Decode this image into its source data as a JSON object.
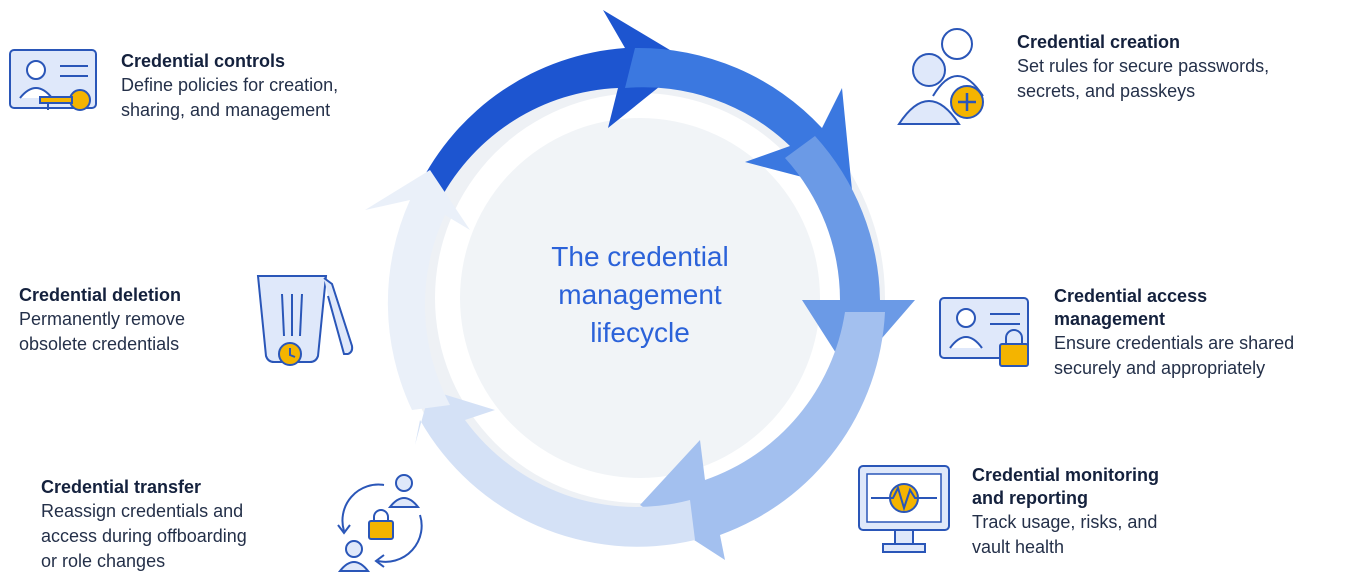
{
  "center": {
    "line1": "The credential",
    "line2": "management",
    "line3": "lifecycle"
  },
  "steps": {
    "controls": {
      "title": "Credential controls",
      "desc1": "Define policies for creation,",
      "desc2": "sharing, and management",
      "icon": "id-card-key-icon"
    },
    "creation": {
      "title": "Credential creation",
      "desc1": "Set rules for secure passwords,",
      "desc2": "secrets, and passkeys",
      "icon": "add-user-icon"
    },
    "access": {
      "title1": "Credential access",
      "title2": "management",
      "desc1": "Ensure credentials are shared",
      "desc2": "securely and appropriately",
      "icon": "id-card-lock-icon"
    },
    "monitoring": {
      "title1": "Credential monitoring",
      "title2": "and reporting",
      "desc1": "Track usage, risks, and",
      "desc2": "vault health",
      "icon": "monitor-pulse-icon"
    },
    "transfer": {
      "title": "Credential transfer",
      "desc1": "Reassign credentials and",
      "desc2": "access during offboarding",
      "desc3": "or role changes",
      "icon": "transfer-users-icon"
    },
    "deletion": {
      "title": "Credential deletion",
      "desc1": "Permanently remove",
      "desc2": "obsolete credentials",
      "icon": "trash-clock-icon"
    }
  },
  "colors": {
    "primary": "#1d5fd6",
    "accent": "#f4b400",
    "icon_fill": "#dfe8fa",
    "icon_stroke": "#2a56b8",
    "ring": "#e9edf3"
  }
}
